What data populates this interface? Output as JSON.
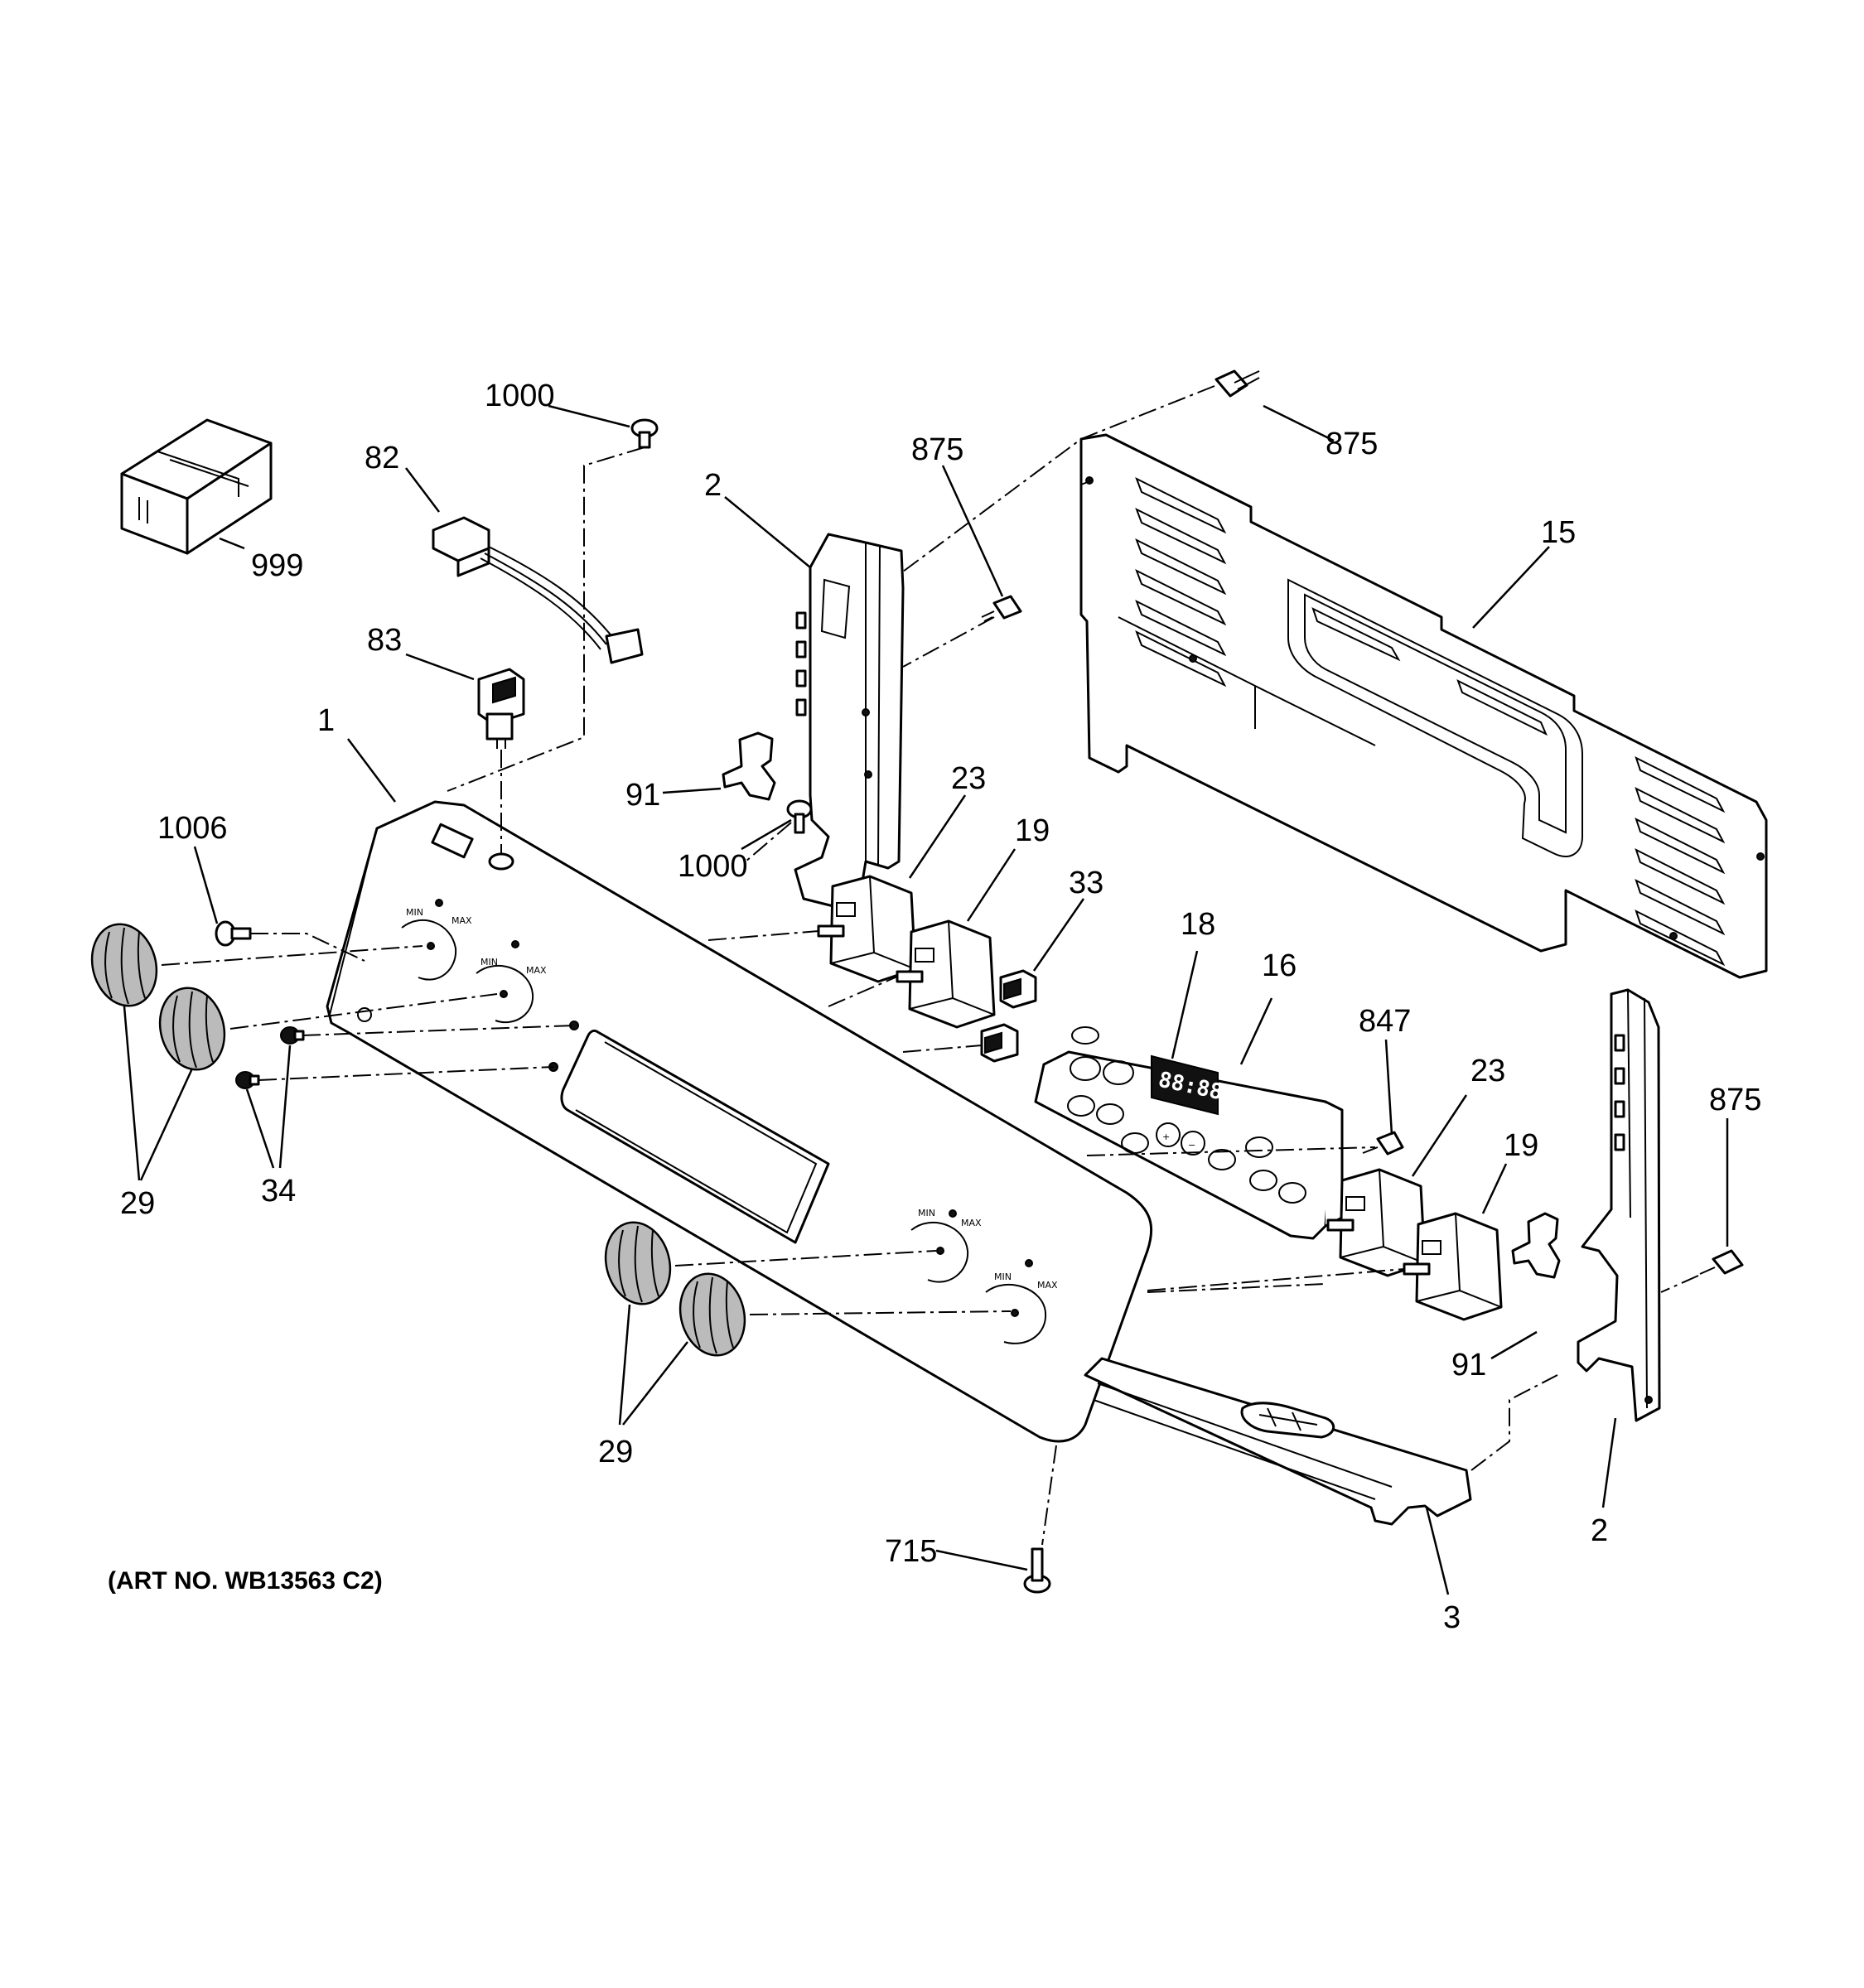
{
  "art_number": "(ART NO. WB13563 C2)",
  "labels": [
    {
      "id": "1000-top",
      "text": "1000"
    },
    {
      "id": "82",
      "text": "82"
    },
    {
      "id": "999",
      "text": "999"
    },
    {
      "id": "83",
      "text": "83"
    },
    {
      "id": "1",
      "text": "1"
    },
    {
      "id": "2-left",
      "text": "2"
    },
    {
      "id": "875-mid",
      "text": "875"
    },
    {
      "id": "875-top",
      "text": "875"
    },
    {
      "id": "15",
      "text": "15"
    },
    {
      "id": "91-left",
      "text": "91"
    },
    {
      "id": "1000-mid",
      "text": "1000"
    },
    {
      "id": "1006",
      "text": "1006"
    },
    {
      "id": "23-left",
      "text": "23"
    },
    {
      "id": "19-left",
      "text": "19"
    },
    {
      "id": "33",
      "text": "33"
    },
    {
      "id": "18",
      "text": "18"
    },
    {
      "id": "16",
      "text": "16"
    },
    {
      "id": "847",
      "text": "847"
    },
    {
      "id": "23-right",
      "text": "23"
    },
    {
      "id": "19-right",
      "text": "19"
    },
    {
      "id": "875-right",
      "text": "875"
    },
    {
      "id": "29-left",
      "text": "29"
    },
    {
      "id": "34",
      "text": "34"
    },
    {
      "id": "29-bottom",
      "text": "29"
    },
    {
      "id": "91-right",
      "text": "91"
    },
    {
      "id": "2-right",
      "text": "2"
    },
    {
      "id": "715",
      "text": "715"
    },
    {
      "id": "3",
      "text": "3"
    }
  ],
  "panel_marks": {
    "min": "MIN",
    "max": "MAX",
    "clock_display": "88:88",
    "plus": "+",
    "minus": "−"
  }
}
